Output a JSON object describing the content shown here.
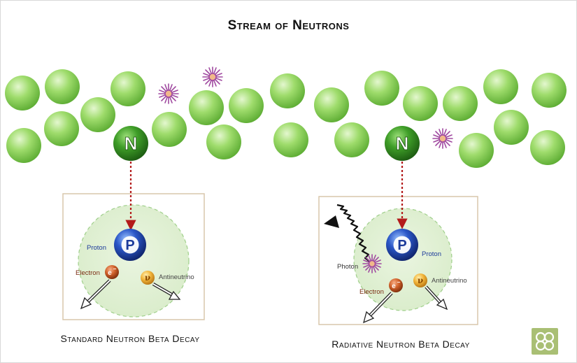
{
  "title": "Stream of Neutrons",
  "neutron_label": "N",
  "proton_label": "P",
  "electron_symbol": "e",
  "electron_charge": "−",
  "antineutrino_symbol": "ν",
  "left_panel": {
    "caption": "Standard Neutron Beta Decay",
    "proton": "Proton",
    "electron": "Electron",
    "antineutrino": "Antineutrino"
  },
  "right_panel": {
    "caption": "Radiative Neutron Beta Decay",
    "proton": "Proton",
    "photon": "Photon",
    "electron": "Electron",
    "antineutrino": "Antineutrino"
  },
  "colors": {
    "neutron_green": "#8fd35f",
    "special_neutron": "#2f8f1e",
    "proton_blue": "#2349b8",
    "electron_orange": "#c8571e",
    "antineutrino_yellow": "#f0b93a",
    "photon_purple": "#a04aa0",
    "decay_arrow": "#b31b1b",
    "cell_fill": "#e3f1d9"
  }
}
